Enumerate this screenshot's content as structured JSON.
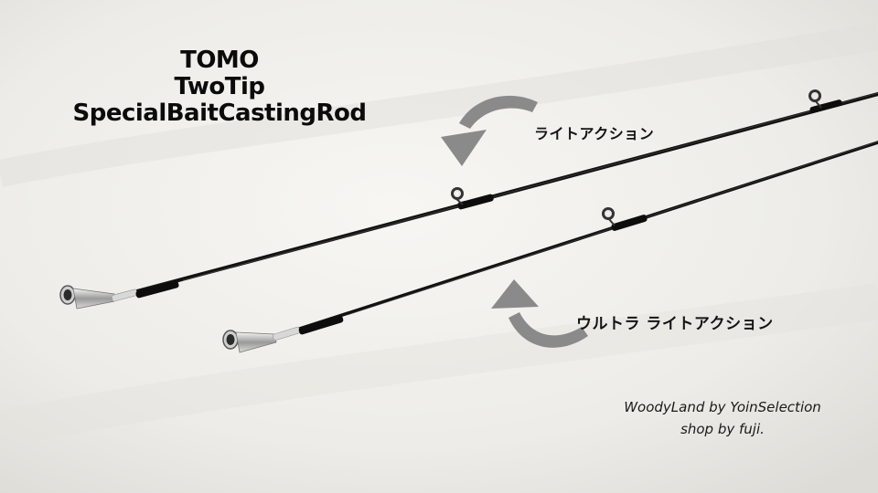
{
  "title": {
    "line1": "TOMO",
    "line2": "TwoTip",
    "line3": "SpecialBaitCastingRod"
  },
  "labels": {
    "light_action": "ライトアクション",
    "ultra_light_action": "ウルトラ ライトアクション"
  },
  "credit": {
    "line1": "WoodyLand by YoinSelection",
    "line2": "shop by fuji."
  },
  "colors": {
    "background": "#ecebe7",
    "rod": "#141414",
    "arrow": "#8a8a8a",
    "text": "#0b0b0b"
  },
  "icons": {
    "arrow_top": "curved-arrow-icon",
    "arrow_bottom": "curved-arrow-icon"
  }
}
